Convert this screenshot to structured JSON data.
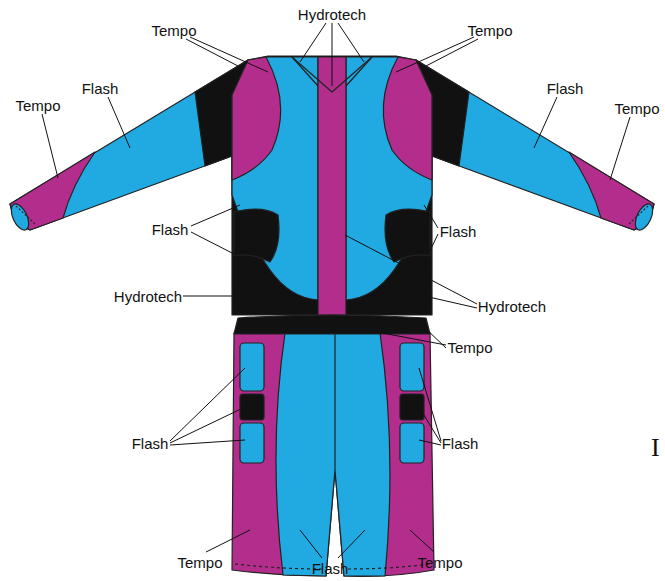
{
  "diagram": {
    "labels": [
      "Hydrotech",
      "Tempo",
      "Tempo",
      "Flash",
      "Flash",
      "Tempo",
      "Tempo",
      "Flash",
      "Flash",
      "Hydrotech",
      "Hydrotech",
      "Tempo",
      "Flash",
      "Flash",
      "I",
      "Tempo",
      "Flash",
      "Tempo"
    ]
  }
}
